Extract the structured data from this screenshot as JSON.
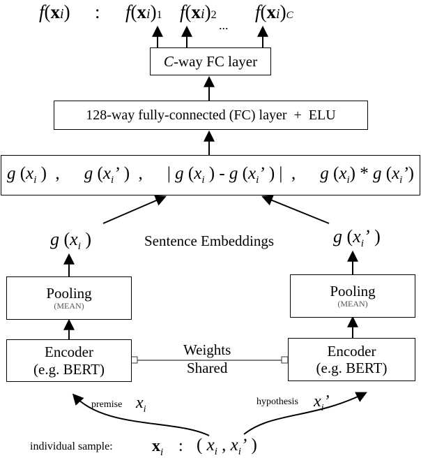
{
  "output_row": {
    "f_xi": "f(xi)",
    "colon": ":",
    "f_xi_1": "f(xi)1",
    "f_xi_2": "f(xi)2",
    "dots": "...",
    "f_xi_C": "f(xi)C"
  },
  "cway_layer": {
    "c": "C",
    "rest": "-way FC layer"
  },
  "fc128_layer": {
    "label": "128-way fully-connected (FC) layer  +  ELU"
  },
  "concat_box": {
    "term1": "g (xi ) ,",
    "term2": "g (xi’ ) ,",
    "term3": "| g (xi ) - g (xi’ ) | ,",
    "term4": "g (xi) * g (xi’)"
  },
  "embeddings": {
    "left": "g (xi )",
    "center": "Sentence Embeddings",
    "right": "g (xi’ )"
  },
  "pooling_left": {
    "title": "Pooling",
    "sub": "(MEAN)"
  },
  "pooling_right": {
    "title": "Pooling",
    "sub": "(MEAN)"
  },
  "encoder_left": {
    "line1": "Encoder",
    "line2": "(e.g. BERT)"
  },
  "encoder_right": {
    "line1": "Encoder",
    "line2": "(e.g. BERT)"
  },
  "weights_shared": {
    "line1": "Weights",
    "line2": "Shared"
  },
  "inputs": {
    "premise_label": "premise",
    "premise_var": "xi",
    "hypothesis_label": "hypothesis",
    "hypothesis_var": "xi’"
  },
  "sample": {
    "label": "individual sample:",
    "var": "xi",
    "colon": ":",
    "tuple": "( xi , xi’ )"
  }
}
